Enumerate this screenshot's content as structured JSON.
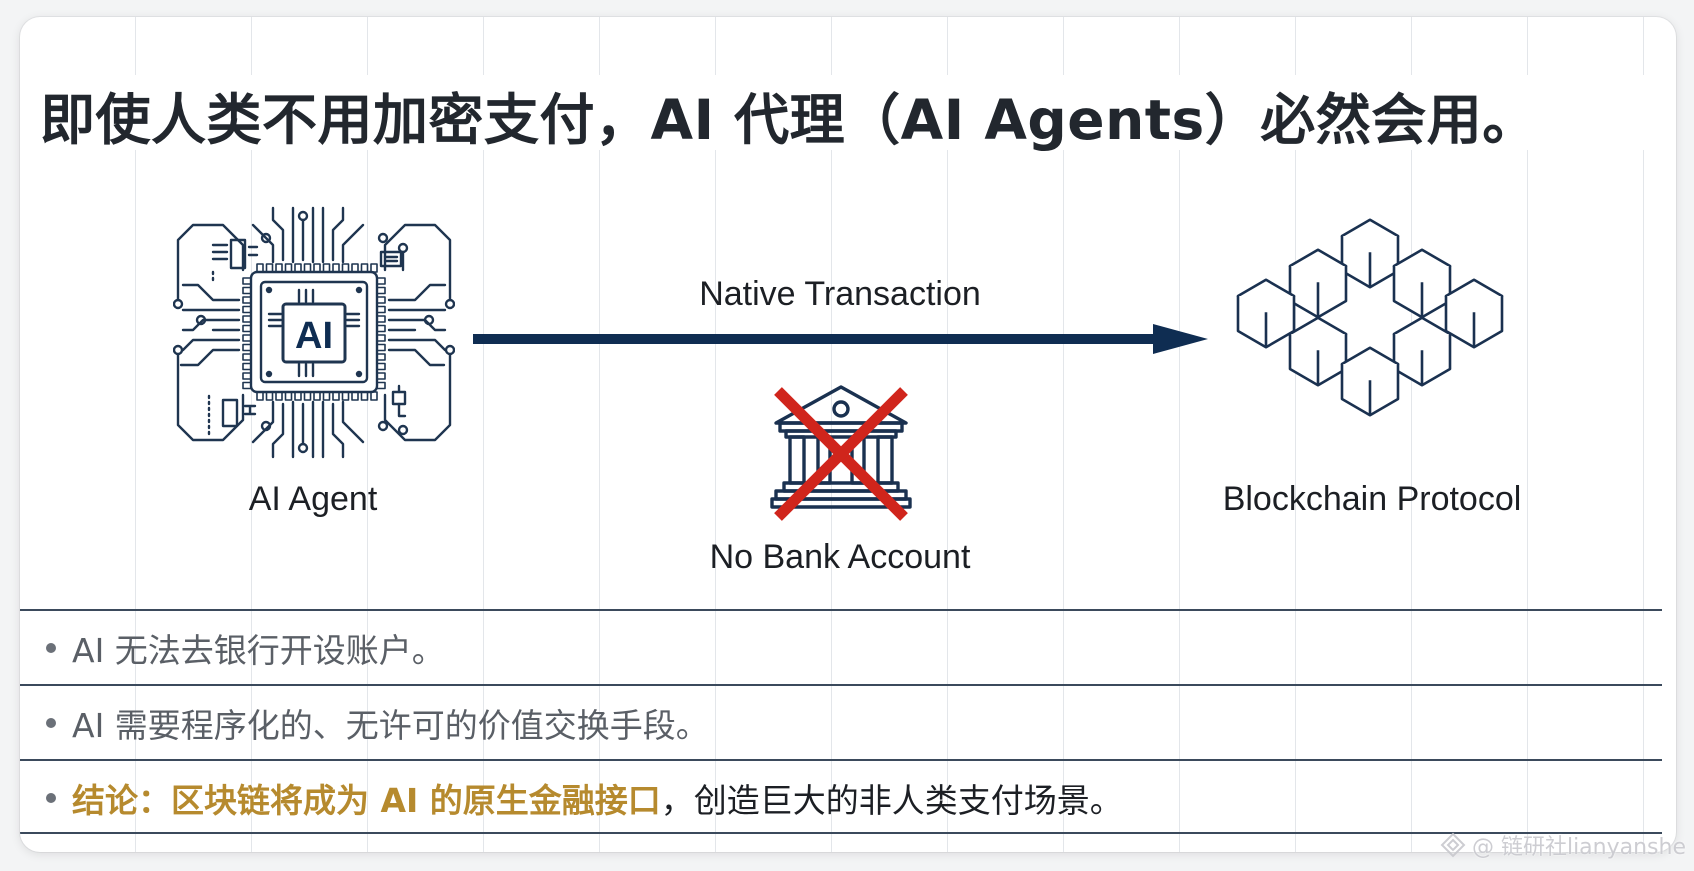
{
  "title": "即使人类不用加密支付，AI 代理（AI Agents）必然会用。",
  "diagram": {
    "agent": {
      "icon": "ai-chip-icon",
      "chip_text": "AI",
      "label": "AI Agent"
    },
    "transaction": {
      "label": "Native Transaction",
      "icon": "arrow-right-icon"
    },
    "bank": {
      "icon": "bank-crossed-icon",
      "label": "No Bank Account"
    },
    "blockchain": {
      "icon": "blockchain-cubes-icon",
      "label": "Blockchain Protocol"
    }
  },
  "bullets": [
    {
      "text": "AI 无法去银行开设账户。"
    },
    {
      "text": "AI 需要程序化的、无许可的价值交换手段。"
    },
    {
      "highlight": "结论：区块链将成为 AI 的原生金融接口",
      "rest": "，创造巨大的非人类支付场景。"
    }
  ],
  "colors": {
    "navy": "#0f2d52",
    "cross_red": "#d0251c",
    "highlight_gold": "#b68a2e",
    "title": "#22272e"
  },
  "watermark": {
    "icon": "watermark-logo-icon",
    "text": "@ 链研社lianyanshe"
  }
}
